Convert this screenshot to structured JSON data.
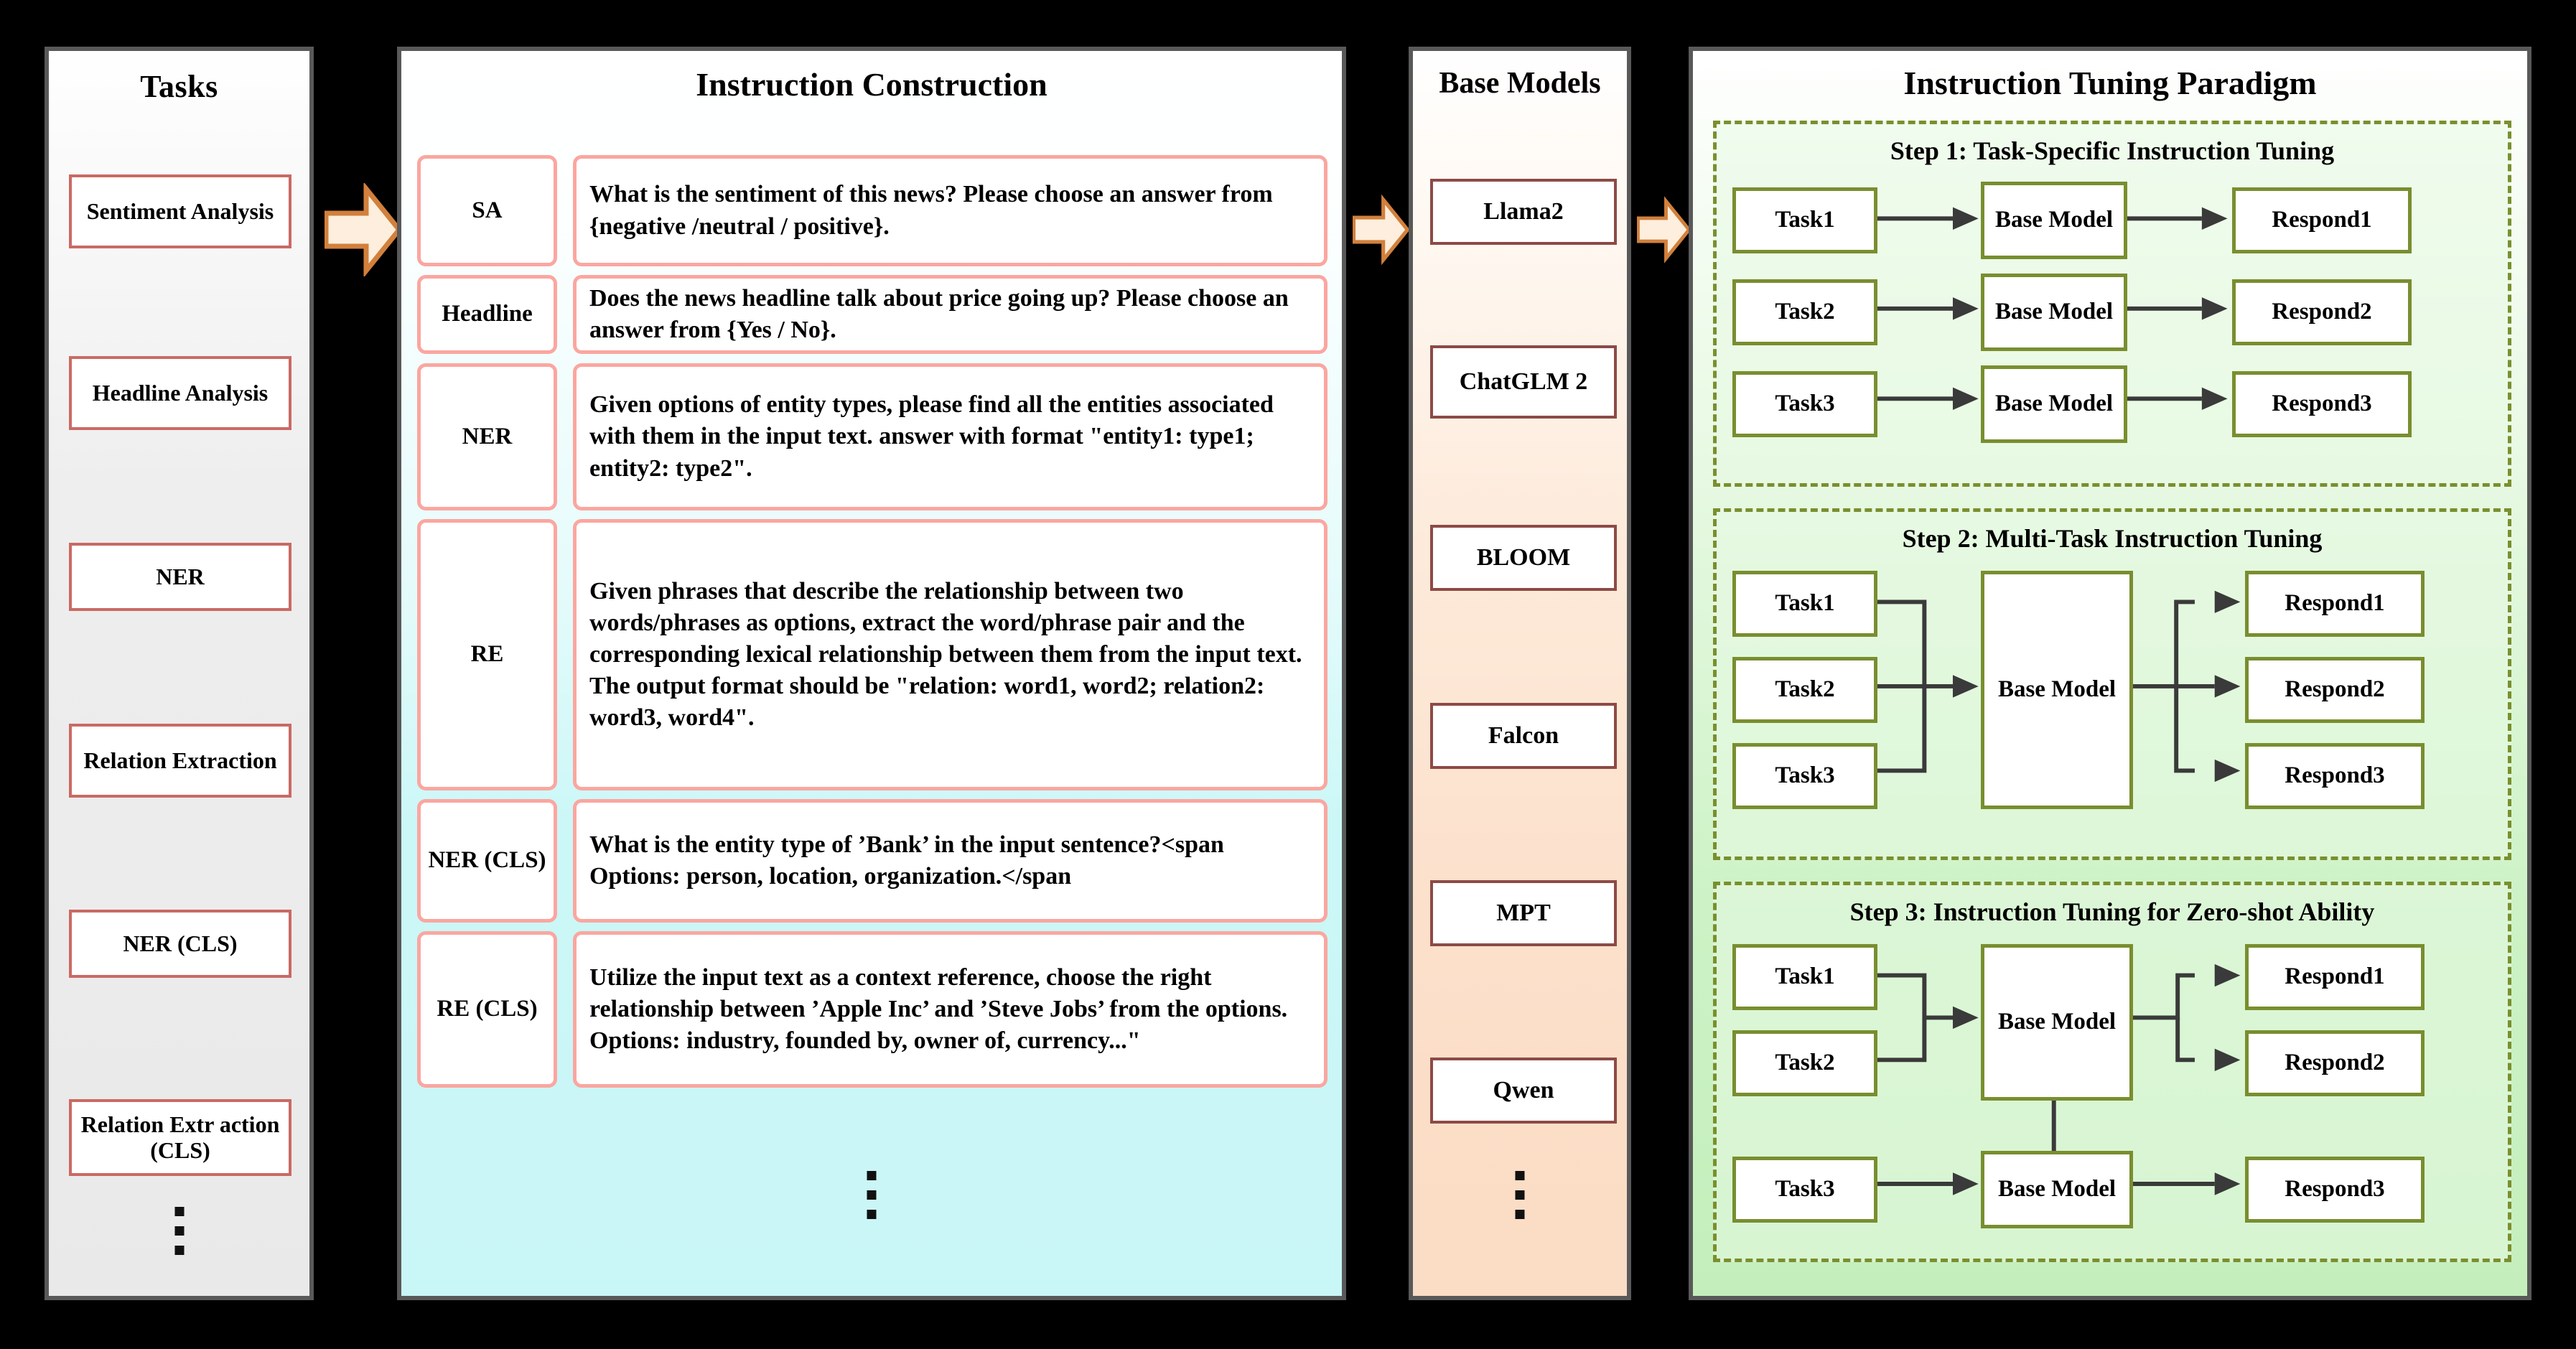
{
  "panels": {
    "tasks": {
      "title": "Tasks",
      "items": [
        {
          "label": "Sentiment Analysis"
        },
        {
          "label": "Headline Analysis"
        },
        {
          "label": "NER"
        },
        {
          "label": "Relation Extraction"
        },
        {
          "label": "NER (CLS)"
        },
        {
          "label": "Relation Extr action (CLS)"
        }
      ],
      "more_indicator": "vertical-ellipsis"
    },
    "instruction_construction": {
      "title": "Instruction Construction",
      "rows": [
        {
          "label": "SA",
          "text": "What is the sentiment of this news? Please choose an answer from {negative /neutral / positive}."
        },
        {
          "label": "Headline",
          "text": "Does the news headline talk about price going up? Please choose an answer from {Yes / No}."
        },
        {
          "label": "NER",
          "text": "Given options of entity types, please find all the entities associated with them in the input text. answer with format \"entity1: type1; entity2: type2\"."
        },
        {
          "label": "RE",
          "text": "Given phrases that describe the relationship between two words/phrases as options, extract the word/phrase pair and the corresponding lexical relationship between them from the input text. The output format should be \"relation: word1, word2; relation2: word3, word4\"."
        },
        {
          "label": "NER (CLS)",
          "text": "What is the entity type of ’Bank’ in the input sentence?<span Options: person, location, organization.</span"
        },
        {
          "label": "RE (CLS)",
          "text": "Utilize the input text as a context reference, choose the right relationship between ’Apple Inc’ and ’Steve Jobs’ from the options. Options: industry, founded by, owner of, currency...\""
        }
      ],
      "more_indicator": "vertical-ellipsis"
    },
    "base_models": {
      "title": "Base Models",
      "items": [
        {
          "label": "Llama2"
        },
        {
          "label": "ChatGLM 2"
        },
        {
          "label": "BLOOM"
        },
        {
          "label": "Falcon"
        },
        {
          "label": "MPT"
        },
        {
          "label": "Qwen"
        }
      ],
      "more_indicator": "vertical-ellipsis"
    },
    "paradigm": {
      "title": "Instruction Tuning Paradigm",
      "steps": [
        {
          "title": "Step 1: Task-Specific Instruction Tuning",
          "tasks": [
            "Task1",
            "Task2",
            "Task3"
          ],
          "models": [
            "Base Model",
            "Base Model",
            "Base Model"
          ],
          "responds": [
            "Respond1",
            "Respond2",
            "Respond3"
          ]
        },
        {
          "title": "Step 2: Multi-Task Instruction Tuning",
          "tasks": [
            "Task1",
            "Task2",
            "Task3"
          ],
          "models": [
            "Base Model"
          ],
          "responds": [
            "Respond1",
            "Respond2",
            "Respond3"
          ]
        },
        {
          "title": "Step 3: Instruction Tuning for Zero-shot Ability",
          "tasks": [
            "Task1",
            "Task2",
            "Task3"
          ],
          "models": [
            "Base Model",
            "Base Model"
          ],
          "responds": [
            "Respond1",
            "Respond2",
            "Respond3"
          ]
        }
      ]
    }
  },
  "connectors": {
    "block_arrows": 3
  },
  "colors": {
    "panel_border": "#595959",
    "task_box_border": "#c96a63",
    "instruction_box_border": "#fba6a0",
    "model_box_border": "#8d4a46",
    "paradigm_box_border": "#798e2f",
    "step_dash_border": "#7a8f2e",
    "block_arrow_fill": "#fdeedd",
    "block_arrow_stroke": "#d2803c",
    "flow_arrow": "#3a3a3a",
    "background": "#000000"
  }
}
